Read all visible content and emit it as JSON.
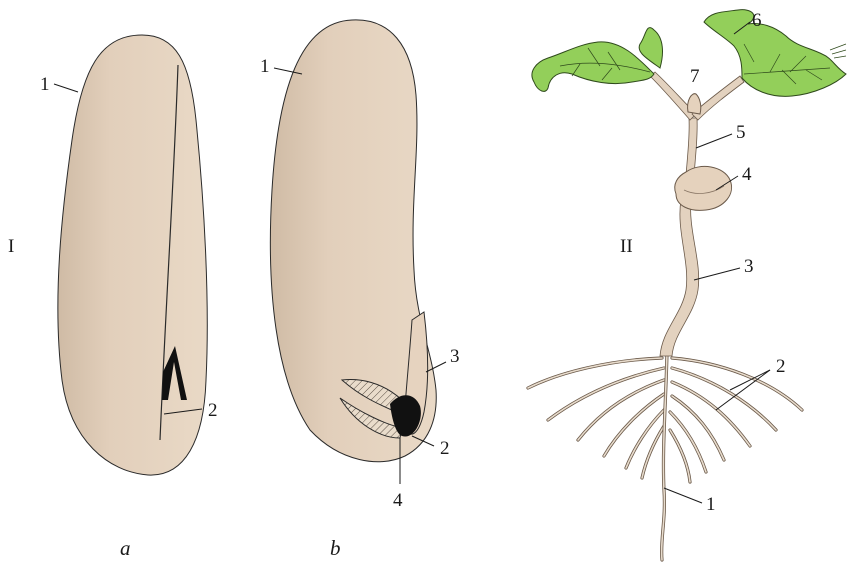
{
  "groups": {
    "seed": "I",
    "seedling": "II"
  },
  "panels": {
    "a": "a",
    "b": "b"
  },
  "seed_a_labels": {
    "p1": "1",
    "p2": "2"
  },
  "seed_b_labels": {
    "p1": "1",
    "p2": "2",
    "p3": "3",
    "p4": "4"
  },
  "seedling_labels": {
    "p1": "1",
    "p2": "2",
    "p3": "3",
    "p4": "4",
    "p5": "5",
    "p6": "6",
    "p7": "7"
  },
  "colors": {
    "seed_coat": "#e6d5c2",
    "seed_shade": "#d2bda6",
    "embryo": "#111111",
    "leaf_green": "#93cf5a",
    "stem": "#e3d2bf"
  }
}
